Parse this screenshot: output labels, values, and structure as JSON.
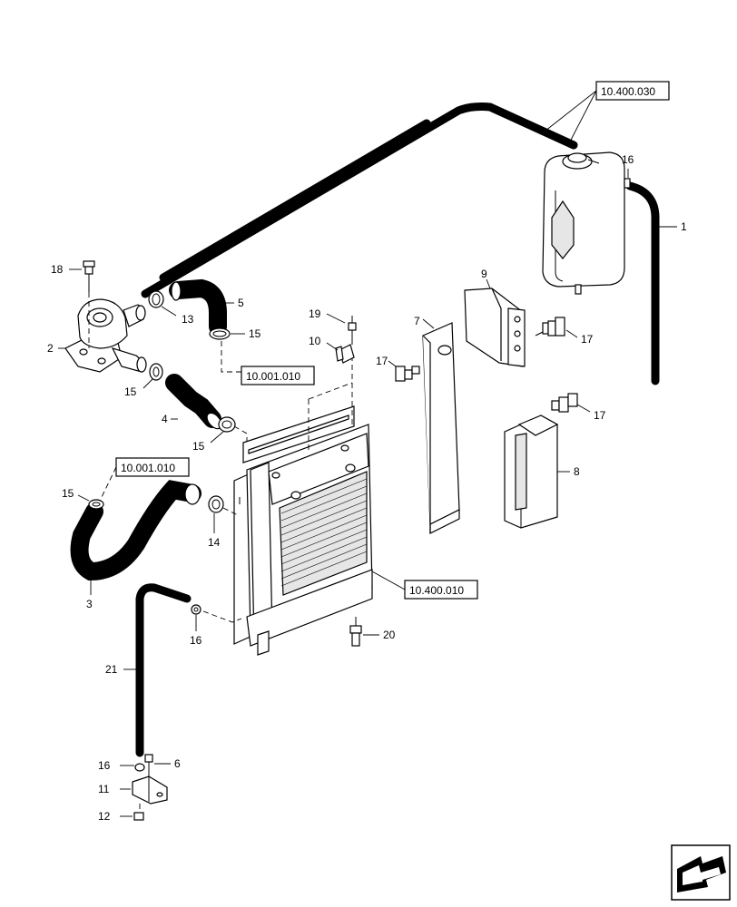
{
  "callouts": {
    "c1": "1",
    "c2": "2",
    "c3": "3",
    "c4": "4",
    "c5": "5",
    "c6": "6",
    "c7": "7",
    "c8": "8",
    "c9": "9",
    "c10": "10",
    "c11": "11",
    "c12": "12",
    "c13": "13",
    "c14": "14",
    "c15a": "15",
    "c15b": "15",
    "c15c": "15",
    "c15d": "15",
    "c15e": "15",
    "c16a": "16",
    "c16b": "16",
    "c16c": "16",
    "c17a": "17",
    "c17b": "17",
    "c17c": "17",
    "c18": "18",
    "c19": "19",
    "c20": "20",
    "c21": "21"
  },
  "references": {
    "ref_top": "10.400.030",
    "ref_mid": "10.001.010",
    "ref_left": "10.001.010",
    "ref_radiator": "10.400.010"
  },
  "nav_icon": "next-page-arrow-icon"
}
